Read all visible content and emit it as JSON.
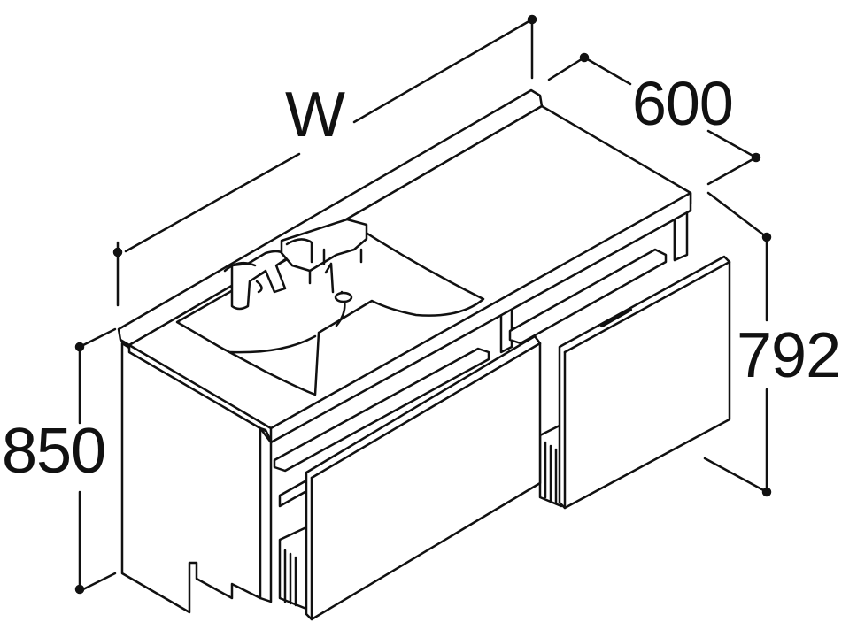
{
  "dimensions": {
    "width_label": "W",
    "depth_label": "600",
    "counter_height_label": "850",
    "door_height_label": "792"
  },
  "colors": {
    "line": "#111111",
    "background": "#ffffff"
  }
}
